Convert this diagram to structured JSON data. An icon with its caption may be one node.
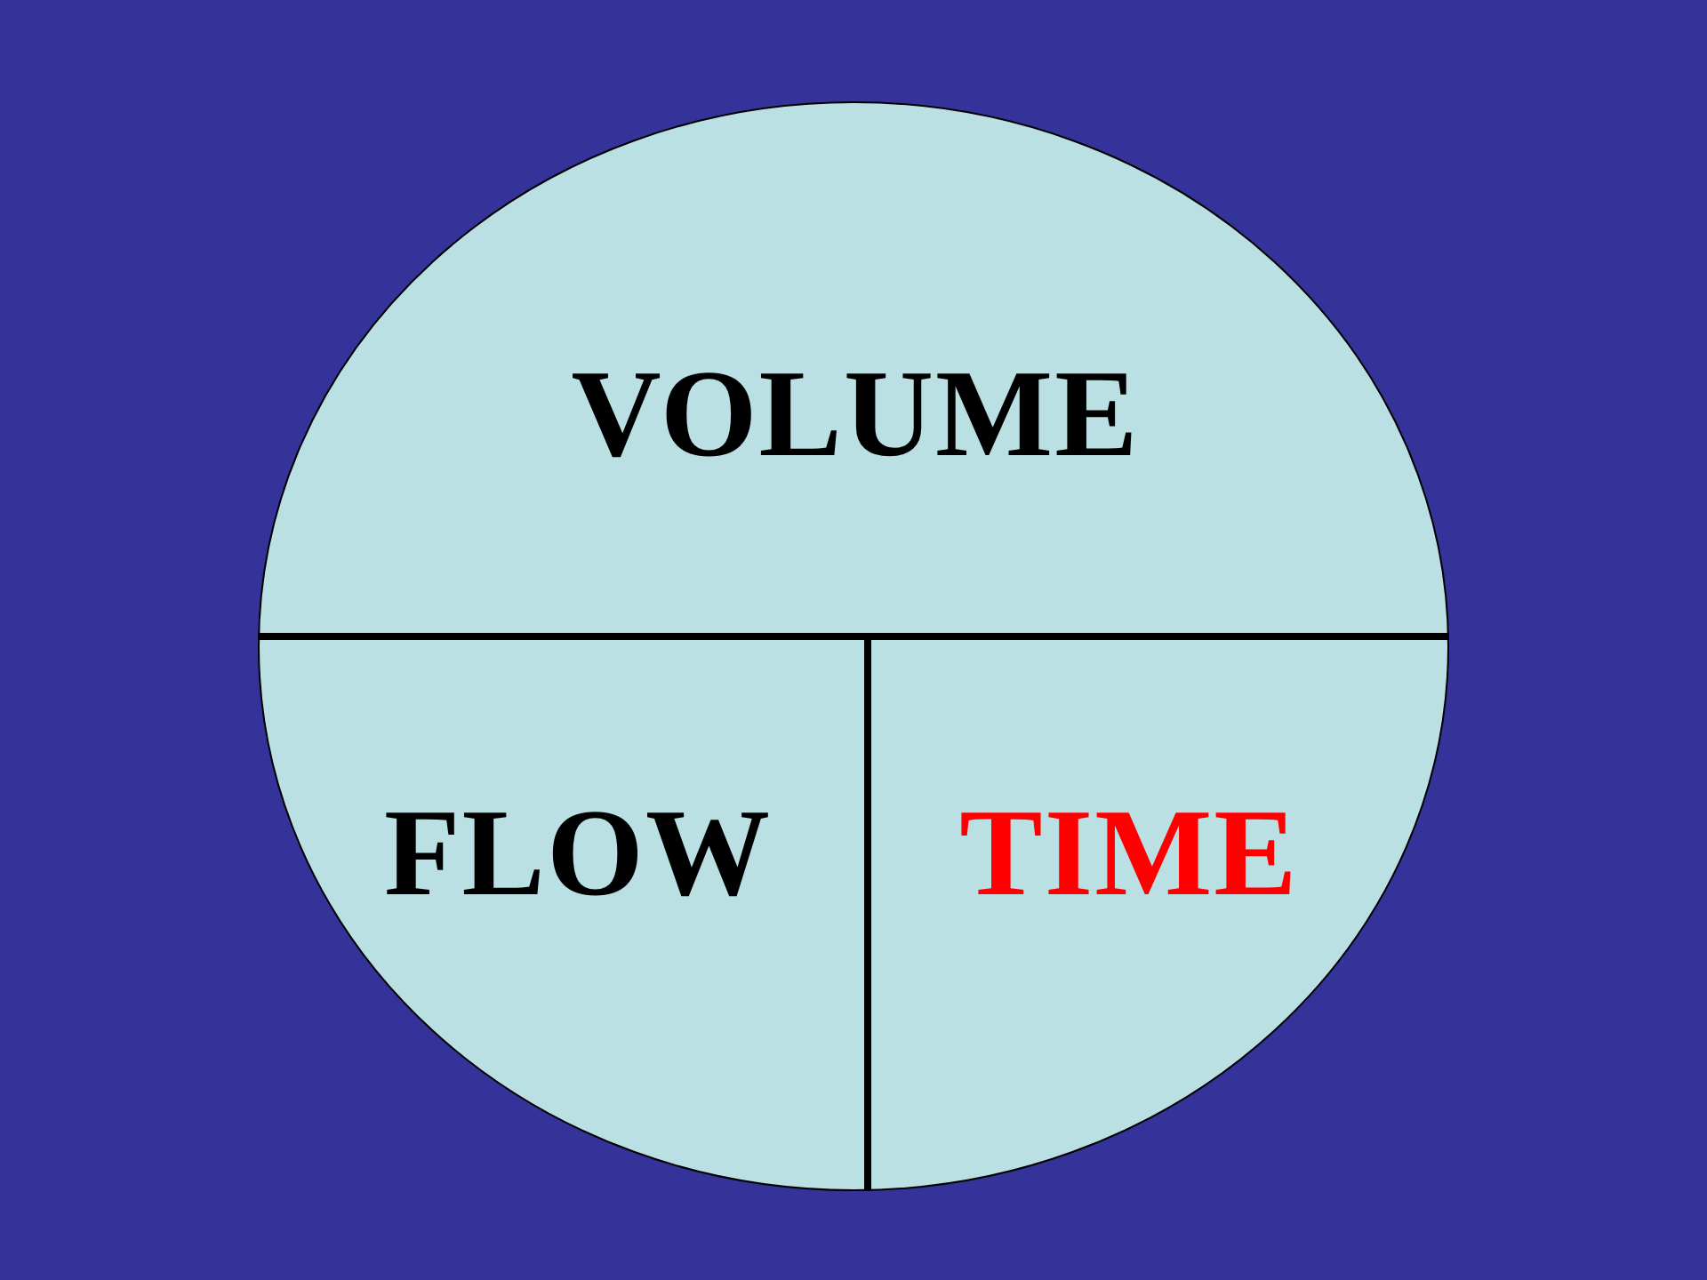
{
  "diagram": {
    "nodes": [
      {
        "text": [
          "VOLUME",
          "FLOW",
          "TIME"
        ]
      }
    ]
  }
}
